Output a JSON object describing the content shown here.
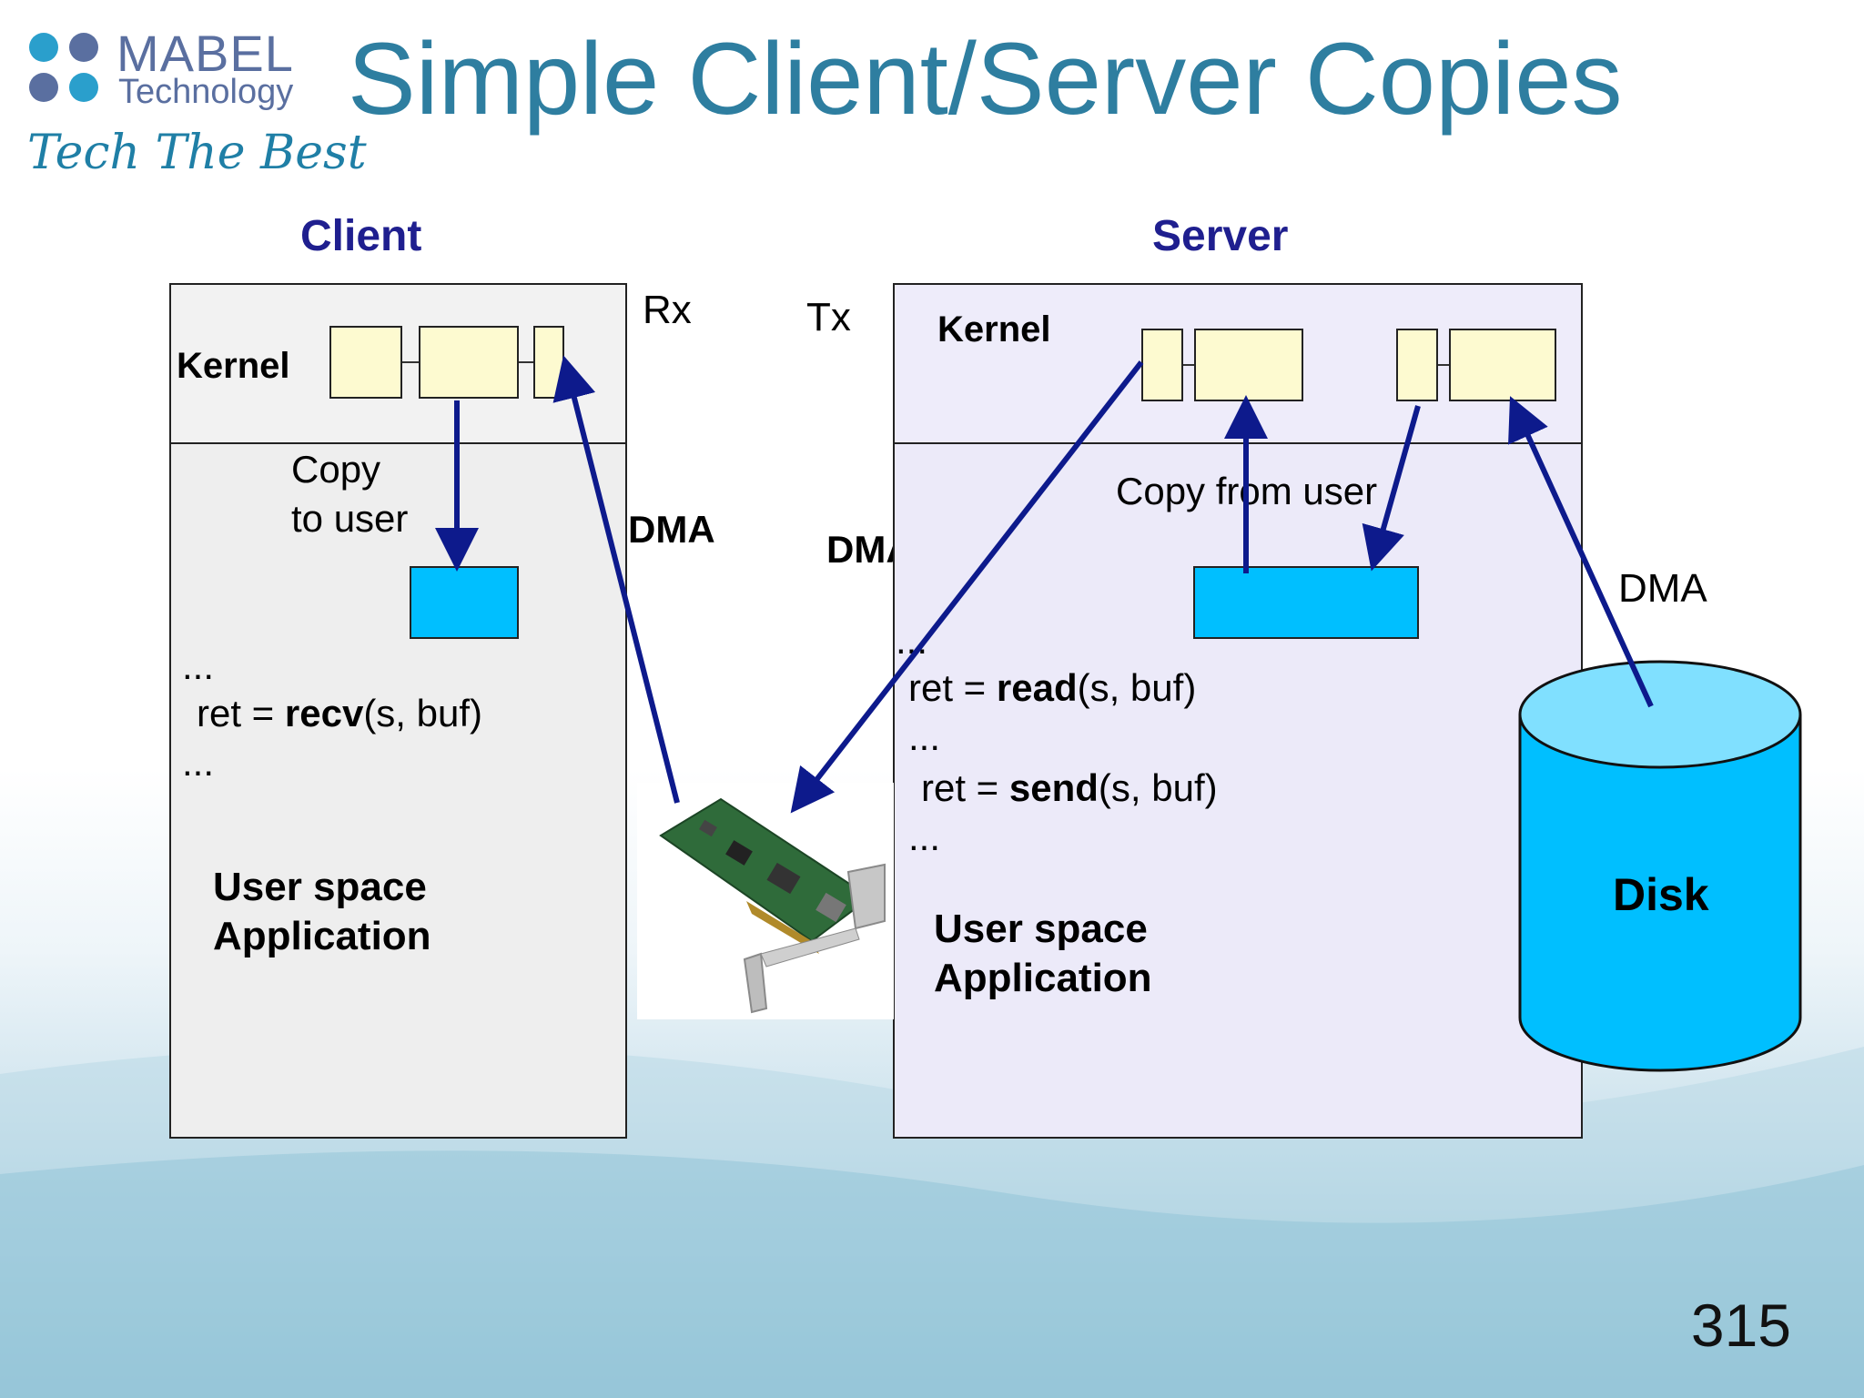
{
  "logo": {
    "name": "MABEL",
    "sub": "Technology",
    "tagline": "Tech The Best"
  },
  "slide": {
    "title": "Simple Client/Server Copies",
    "page_number": "315"
  },
  "client": {
    "heading": "Client",
    "kernel": "Kernel",
    "copy_line1": "Copy",
    "copy_line2": "to user",
    "code_dots1": "...",
    "code_ret": "ret = ",
    "code_fn": "recv",
    "code_args": "(s, buf)",
    "code_dots2": "...",
    "user_line1": "User space",
    "user_line2": "Application"
  },
  "server": {
    "heading": "Server",
    "kernel": "Kernel",
    "copy_from_user": "Copy  from  user",
    "code_dots1": "...",
    "read_ret": "ret = ",
    "read_fn": "read",
    "read_args": "(s, buf)",
    "code_dots2": "...",
    "send_ret": "ret = ",
    "send_fn": "send",
    "send_args": "(s, buf)",
    "code_dots3": "...",
    "user_line1": "User space",
    "user_line2": "Application"
  },
  "labels": {
    "rx": "Rx",
    "tx": "Tx",
    "dma_left": "DMA",
    "dma_mid": "DMA",
    "dma_right": "DMA",
    "disk": "Disk"
  },
  "colors": {
    "arrow": "#0d1a8c",
    "buffer_cyan": "#00bfff",
    "disk": "#00bfff",
    "kernel_buf": "#fdfad0"
  }
}
